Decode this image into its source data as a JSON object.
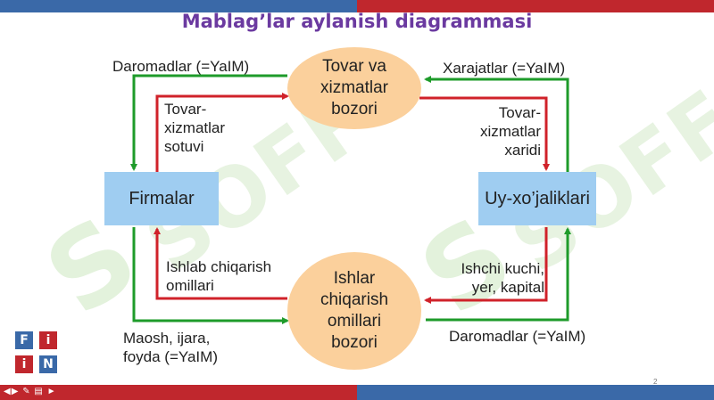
{
  "title": "Mablag’lar aylanish diagrammasi",
  "watermark": "SOFF",
  "nodes": {
    "goods_market": "Tovar va\nxizmatlar\nbozori",
    "factor_market": "Ishlar\nchiqarish\nomillari\nbozori",
    "firms": "Firmalar",
    "households": "Uy-xo’jaliklari"
  },
  "labels": {
    "revenue_top": "Daromadlar (=YaIM)",
    "expenses_top": "Xarajatlar (=YaIM)",
    "goods_sold": "Tovar-\nxizmatlar\nsotuvi",
    "goods_bought": "Tovar-\nxizmatlar\nxaridi",
    "production_factors": "Ishlab chiqarish\nomillari",
    "labor_capital": "Ishchi kuchi,\nyer, kapital",
    "wages": "Maosh, ijara,\nfoyda (=YaIM)",
    "revenue_bottom": "Daromadlar (=YaIM)"
  },
  "logo": [
    "F",
    "i",
    "i",
    "N"
  ],
  "colors": {
    "money_flow": "#1e9b2a",
    "goods_flow": "#d0222a",
    "title": "#6b3aa0",
    "oval": "#fbd09c",
    "box": "#9fcdf1"
  },
  "page_number": "2"
}
